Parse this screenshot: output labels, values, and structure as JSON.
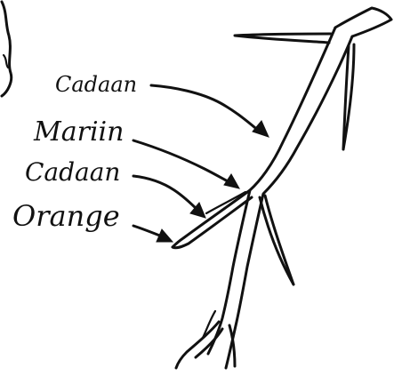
{
  "labels": {
    "top_cadaan": "Cadaan",
    "mariin": "Mariin",
    "mid_cadaan": "Cadaan",
    "orange": "Orange"
  },
  "colors": {
    "ink": "#111111",
    "paper": "#ffffff"
  }
}
